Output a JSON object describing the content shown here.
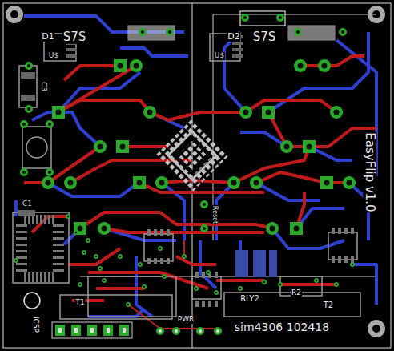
{
  "diagram": {
    "labels": [
      "D1",
      "S7S",
      "U$",
      "D2",
      "S7S",
      "U$",
      "C3",
      "EasyFlip v1.0",
      "C1",
      "Reset",
      "RLY2",
      "R2",
      "T2",
      "T1",
      "PWR",
      "ICSP",
      "sim4306 102418"
    ]
  }
}
